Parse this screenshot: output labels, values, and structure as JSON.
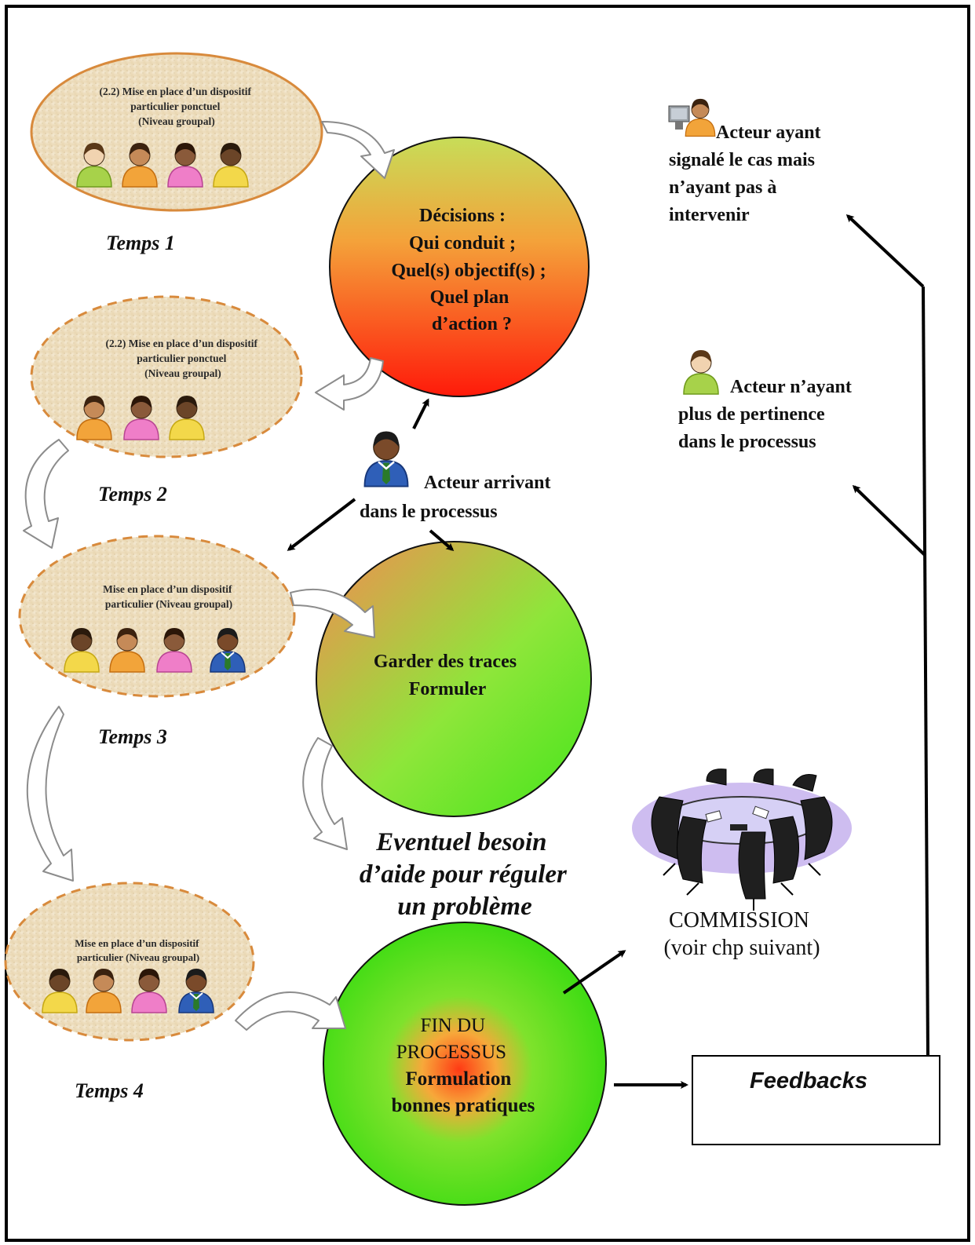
{
  "colors": {
    "ellipse_fill": "#f1e3c6",
    "ellipse_border": "#d88a3c",
    "circle_red": "#ff2a10",
    "circle_green": "#55e21d",
    "circle_orange": "#f2a15a",
    "arrow_fill": "#ffffff",
    "arrow_stroke": "#8a8a8a",
    "line": "#000000"
  },
  "ellipses": [
    {
      "lines": [
        "(2.2) Mise en place d’un dispositif",
        "particulier ponctuel",
        "(Niveau groupal)"
      ],
      "people": [
        "green-person-icon",
        "orange-person-icon",
        "pink-person-icon",
        "yellow-person-icon"
      ]
    },
    {
      "lines": [
        "(2.2) Mise en place d’un dispositif",
        "particulier ponctuel",
        "(Niveau groupal)"
      ],
      "people": [
        "orange-person-icon",
        "pink-person-icon",
        "yellow-person-icon"
      ]
    },
    {
      "lines": [
        "Mise en place d’un dispositif",
        "particulier (Niveau groupal)"
      ],
      "people": [
        "yellow-person-icon",
        "orange-person-icon",
        "pink-person-icon",
        "businessman-icon"
      ]
    },
    {
      "lines": [
        "Mise en place d’un dispositif",
        "particulier (Niveau groupal)"
      ],
      "people": [
        "yellow-person-icon",
        "orange-person-icon",
        "pink-person-icon",
        "businessman-icon"
      ]
    }
  ],
  "temps": [
    "Temps 1",
    "Temps 2",
    "Temps 3",
    "Temps 4"
  ],
  "decisions": [
    "Décisions :",
    "Qui conduit ;",
    "Quel(s) objectif(s) ;",
    "Quel plan",
    "d’action ?"
  ],
  "garder": [
    "Garder des traces",
    "Formuler"
  ],
  "fin": [
    "FIN DU",
    "PROCESSUS",
    "Formulation",
    "bonnes pratiques"
  ],
  "eventuel": [
    "Eventuel besoin",
    "d’aide pour réguler",
    "un problème"
  ],
  "acteur_arrivant": [
    "Acteur arrivant",
    "dans le processus"
  ],
  "acteur_signale": [
    "Acteur ayant",
    "signalé le cas mais",
    "n’ayant pas à",
    "intervenir"
  ],
  "acteur_pertinence": [
    "Acteur n’ayant",
    "plus de pertinence",
    "dans le processus"
  ],
  "commission": [
    "COMMISSION",
    "(voir chp suivant)"
  ],
  "feedbacks": "Feedbacks"
}
